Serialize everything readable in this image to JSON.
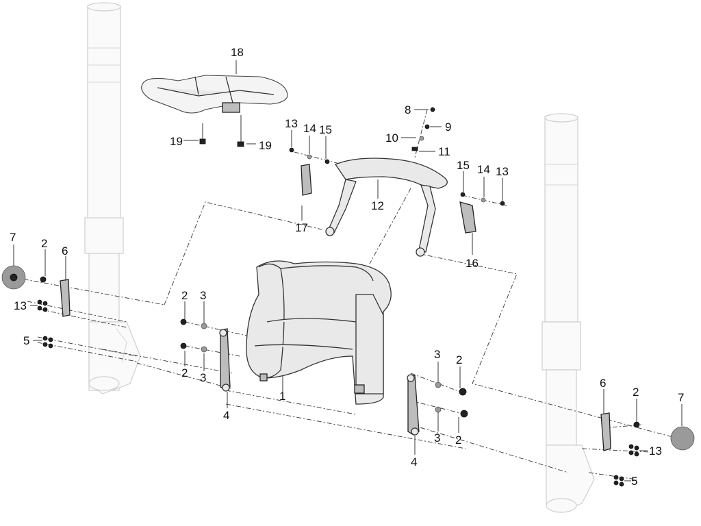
{
  "diagram": {
    "callouts": [
      {
        "id": "c18",
        "text": "18"
      },
      {
        "id": "c19a",
        "text": "19"
      },
      {
        "id": "c19b",
        "text": "19"
      },
      {
        "id": "c8",
        "text": "8"
      },
      {
        "id": "c9",
        "text": "9"
      },
      {
        "id": "c10",
        "text": "10"
      },
      {
        "id": "c11",
        "text": "11"
      },
      {
        "id": "c13a",
        "text": "13"
      },
      {
        "id": "c14a",
        "text": "14"
      },
      {
        "id": "c15a",
        "text": "15"
      },
      {
        "id": "c15b",
        "text": "15"
      },
      {
        "id": "c14b",
        "text": "14"
      },
      {
        "id": "c13b",
        "text": "13"
      },
      {
        "id": "c12",
        "text": "12"
      },
      {
        "id": "c17",
        "text": "17"
      },
      {
        "id": "c16",
        "text": "16"
      },
      {
        "id": "c7a",
        "text": "7"
      },
      {
        "id": "c2a",
        "text": "2"
      },
      {
        "id": "c6a",
        "text": "6"
      },
      {
        "id": "c13c",
        "text": "13"
      },
      {
        "id": "c5a",
        "text": "5"
      },
      {
        "id": "c2b",
        "text": "2"
      },
      {
        "id": "c3a",
        "text": "3"
      },
      {
        "id": "c2c",
        "text": "2"
      },
      {
        "id": "c3b",
        "text": "3"
      },
      {
        "id": "c4a",
        "text": "4"
      },
      {
        "id": "c1",
        "text": "1"
      },
      {
        "id": "c3c",
        "text": "3"
      },
      {
        "id": "c2d",
        "text": "2"
      },
      {
        "id": "c3d",
        "text": "3"
      },
      {
        "id": "c2e",
        "text": "2"
      },
      {
        "id": "c4b",
        "text": "4"
      },
      {
        "id": "c6b",
        "text": "6"
      },
      {
        "id": "c2f",
        "text": "2"
      },
      {
        "id": "c7b",
        "text": "7"
      },
      {
        "id": "c13d",
        "text": "13"
      },
      {
        "id": "c5b",
        "text": "5"
      }
    ]
  }
}
